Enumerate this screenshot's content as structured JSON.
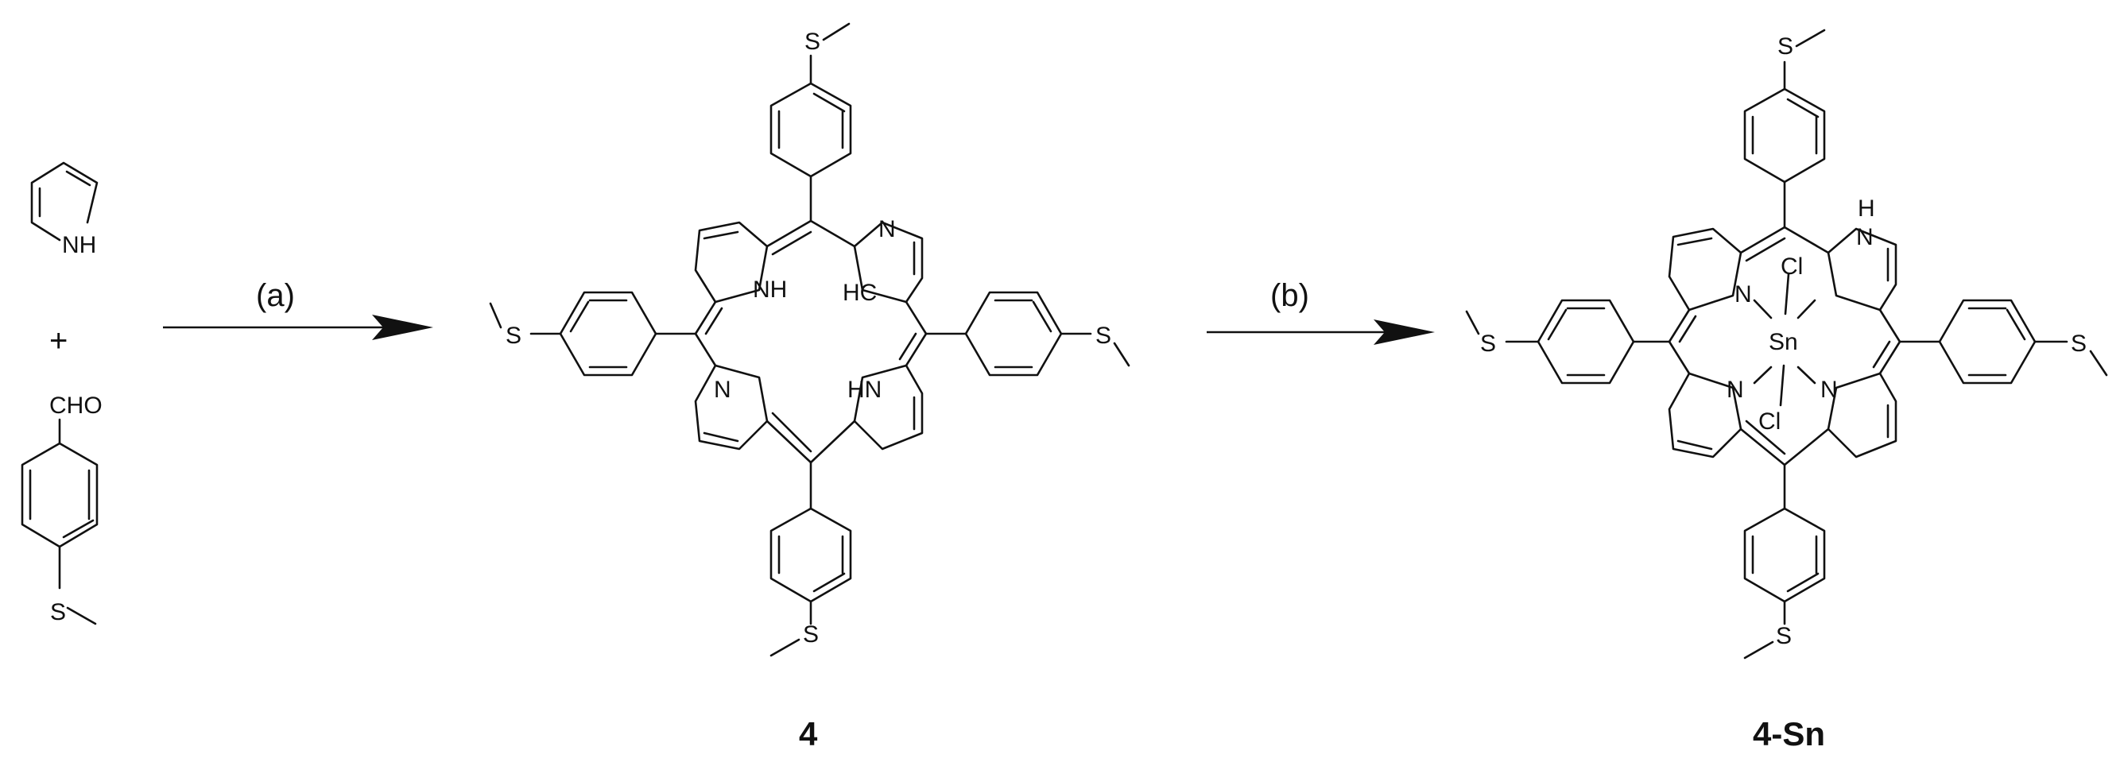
{
  "reactants": {
    "pyrrole_nh": "NH",
    "plus": "+",
    "aldehyde_group": "CHO",
    "thioether": "S"
  },
  "steps": [
    {
      "label": "(a)"
    },
    {
      "label": "(b)"
    }
  ],
  "compounds": [
    {
      "id": "4",
      "label": "4",
      "atoms": {
        "nh1": "NH",
        "n1": "N",
        "hc": "HC",
        "n2": "N",
        "nh2": "HN",
        "s": "S"
      }
    },
    {
      "id": "4-Sn",
      "label": "4-Sn",
      "atoms": {
        "nh": "H",
        "n": "N",
        "metal": "Sn",
        "cl": "Cl",
        "s": "S"
      }
    }
  ]
}
